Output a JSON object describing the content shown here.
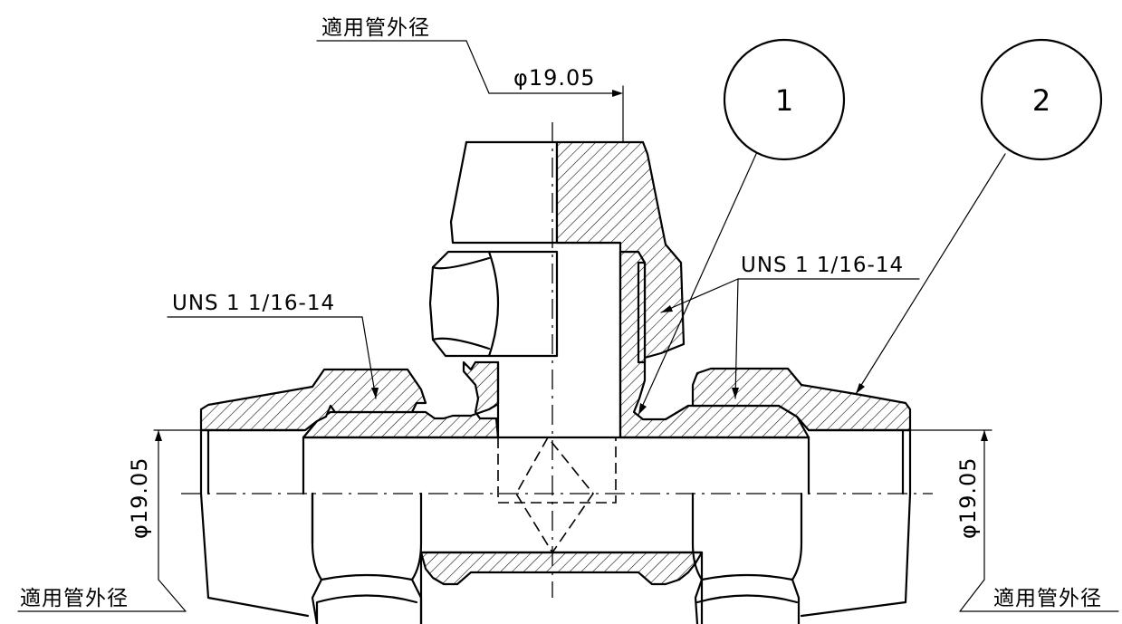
{
  "labels": {
    "tube_od_top": "適用管外径",
    "tube_od_left": "適用管外径",
    "tube_od_right": "適用管外径",
    "thread_left": "UNS 1 1/16-14",
    "thread_right": "UNS 1 1/16-14"
  },
  "dimensions": {
    "top": "φ19.05",
    "left": "φ19.05",
    "right": "φ19.05"
  },
  "balloons": {
    "b1": "1",
    "b2": "2"
  }
}
